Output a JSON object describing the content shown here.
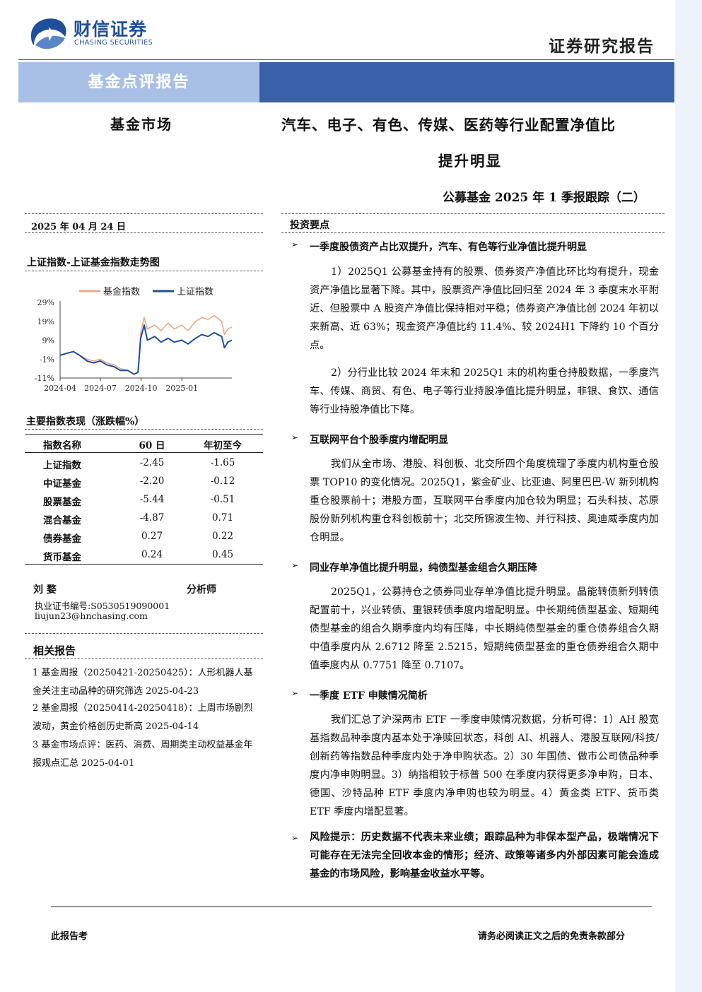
{
  "header": {
    "brand_cn": "财信证券",
    "brand_en": "CHASING SECURITIES",
    "doc_type": "证券研究报告",
    "banner": "基金点评报告"
  },
  "title": {
    "category": "基金市场",
    "line1": "汽车、电子、有色、传媒、医药等行业配置净值比",
    "line2": "提升明显",
    "subtitle": "公募基金 2025 年 1 季报跟踪（二）"
  },
  "left": {
    "date": "2025 年 04 月 24 日",
    "chart_heading": "上证指数-上证基金指数走势图",
    "perf_heading": "主要指数表现（涨跌幅%）",
    "table": {
      "headers": [
        "指数名称",
        "60 日",
        "年初至今"
      ],
      "rows": [
        [
          "上证指数",
          "-2.45",
          "-1.65"
        ],
        [
          "中证基金",
          "-2.20",
          "-0.12"
        ],
        [
          "股票基金",
          "-5.44",
          "-0.51"
        ],
        [
          "混合基金",
          "-4.87",
          "0.71"
        ],
        [
          "债券基金",
          "0.27",
          "0.22"
        ],
        [
          "货币基金",
          "0.24",
          "0.45"
        ]
      ]
    },
    "analyst": {
      "name": "刘 婺",
      "role": "分析师",
      "cert": "执业证书编号:S0530519090001",
      "email": "liujun23@hnchasing.com"
    },
    "related_heading": "相关报告",
    "related": [
      "1 基金周报（20250421-20250425）：人形机器人基金关注主动品种的研究筛选 2025-04-23",
      "2 基金周报（20250414-20250418）：上周市场剧烈波动，黄金价格创历史新高 2025-04-14",
      "3 基金市场点评：医药、消费、周期类主动权益基金年报观点汇总 2025-04-01"
    ]
  },
  "right": {
    "heading": "投资要点",
    "sections": [
      {
        "bullet": "一季度股债资产占比双提升，汽车、有色等行业净值比提升明显",
        "paras": [
          "1）2025Q1 公募基金持有的股票、债券资产净值比环比均有提升，现金资产净值比显著下降。其中，股票资产净值比回归至 2024 年 3 季度末水平附近、但股票中 A 股资产净值比保持相对平稳；债券资产净值比创 2024 年初以来新高、近 63%；现金资产净值比约 11.4%、较 2024H1 下降约 10 个百分点。",
          "2）分行业比较 2024 年末和 2025Q1 末的机构重仓持股数据，一季度汽车、传媒、商贸、有色、电子等行业持股净值比提升明显，非银、食饮、通信等行业持股净值比下降。"
        ]
      },
      {
        "bullet": "互联网平台个股季度内增配明显",
        "paras": [
          "我们从全市场、港股、科创板、北交所四个角度梳理了季度内机构重仓股票 TOP10 的变化情况。2025Q1，紫金矿业、比亚迪、阿里巴巴-W 新列机构重仓股票前十；港股方面，互联网平台季度内加仓较为明显；石头科技、芯原股份新列机构重仓科创板前十；北交所锦波生物、并行科技、奥迪威季度内加仓明显。"
        ]
      },
      {
        "bullet": "同业存单净值比提升明显，纯债型基金组合久期压降",
        "paras": [
          "2025Q1，公募持仓之债券同业存单净值比提升明显。晶能转债新列转债配置前十，兴业转债、重银转债季度内增配明显。中长期纯债型基金、短期纯债型基金的组合久期季度内均有压降，中长期纯债型基金的重仓债券组合久期中值季度内从 2.6712 降至 2.5215，短期纯债型基金的重仓债券组合久期中值季度内从 0.7751 降至 0.7107。"
        ]
      },
      {
        "bullet": "一季度 ETF 申赎情况简析",
        "paras": [
          "我们汇总了沪深两市 ETF 一季度申赎情况数据，分析可得：1）AH 股宽基指数品种季度内基本处于净赎回状态，科创 AI、机器人、港股互联网/科技/创新药等指数品种季度内处于净申购状态。2）30 年国债、做市公司债品种季度内净申购明显。3）纳指相较于标普 500 在季度内获得更多净申购，日本、德国、沙特品种 ETF 季度内净申购也较为明显。4）黄金类 ETF、货币类 ETF 季度内增配显著。"
        ]
      }
    ],
    "risk": "风险提示：历史数据不代表未来业绩；跟踪品种为非保本型产品，极端情况下可能存在无法完全回收本金的情形；经济、政策等诸多内外部因素可能会造成基金的市场风险，影响基金收益水平等。"
  },
  "footer": {
    "left": "此报告考",
    "right": "请务必阅读正文之后的免责条款部分"
  },
  "chart_data": {
    "type": "line",
    "title": "",
    "xlabel": "",
    "ylabel": "",
    "x_ticks": [
      "2024-04",
      "2024-07",
      "2024-10",
      "2025-01"
    ],
    "y_ticks": [
      "29%",
      "19%",
      "9%",
      "-1%",
      "-11%"
    ],
    "ylim": [
      -11,
      29
    ],
    "legend": "top",
    "series": [
      {
        "name": "基金指数",
        "color": "#e6a98d",
        "x": [
          "2024-04-01",
          "2024-04-15",
          "2024-05-01",
          "2024-05-15",
          "2024-06-01",
          "2024-06-15",
          "2024-07-01",
          "2024-07-15",
          "2024-08-01",
          "2024-08-15",
          "2024-09-01",
          "2024-09-15",
          "2024-09-24",
          "2024-09-30",
          "2024-10-08",
          "2024-10-15",
          "2024-11-01",
          "2024-11-15",
          "2024-12-01",
          "2024-12-15",
          "2025-01-01",
          "2025-01-15",
          "2025-02-01",
          "2025-02-15",
          "2025-03-01",
          "2025-03-15",
          "2025-04-01",
          "2025-04-07",
          "2025-04-15",
          "2025-04-24"
        ],
        "values": [
          1,
          2,
          3,
          1,
          -1,
          -2,
          -1,
          -3,
          -4,
          -6,
          -7,
          -9,
          -8,
          13,
          21,
          15,
          17,
          14,
          18,
          15,
          17,
          14,
          19,
          21,
          20,
          22,
          19,
          12,
          15,
          16
        ]
      },
      {
        "name": "上证指数",
        "color": "#1f4e9c",
        "x": [
          "2024-04-01",
          "2024-04-15",
          "2024-05-01",
          "2024-05-15",
          "2024-06-01",
          "2024-06-15",
          "2024-07-01",
          "2024-07-15",
          "2024-08-01",
          "2024-08-15",
          "2024-09-01",
          "2024-09-15",
          "2024-09-24",
          "2024-09-30",
          "2024-10-08",
          "2024-10-15",
          "2024-11-01",
          "2024-11-15",
          "2024-12-01",
          "2024-12-15",
          "2025-01-01",
          "2025-01-15",
          "2025-02-01",
          "2025-02-15",
          "2025-03-01",
          "2025-03-15",
          "2025-04-01",
          "2025-04-07",
          "2025-04-15",
          "2025-04-24"
        ],
        "values": [
          1,
          2,
          3,
          1,
          -2,
          -3,
          -2,
          -4,
          -5,
          -7,
          -7,
          -9,
          -8,
          10,
          17,
          9,
          11,
          8,
          10,
          8,
          9,
          7,
          10,
          12,
          11,
          13,
          11,
          5,
          8,
          9
        ]
      }
    ]
  }
}
